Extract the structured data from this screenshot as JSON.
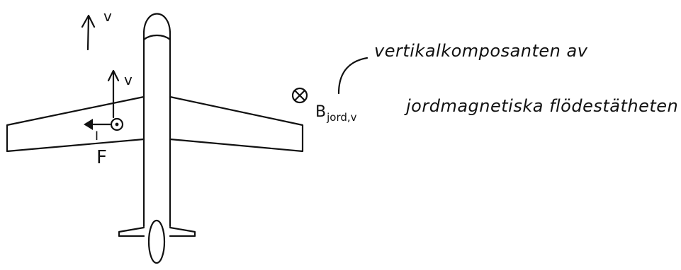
{
  "labels": {
    "velocity_top": "v",
    "velocity_wing": "v",
    "current": "I",
    "force": "F",
    "field_symbol": "B",
    "field_subscript": "jord,v",
    "annotation_line1": "vertikalkomposanten av",
    "annotation_line2": "jordmagnetiska flödestätheten"
  },
  "icons": {
    "field_into_page": "circle-with-cross-icon",
    "current_out_of_wing": "circled-dot-icon"
  },
  "colors": {
    "ink": "#111111",
    "background": "#ffffff"
  }
}
